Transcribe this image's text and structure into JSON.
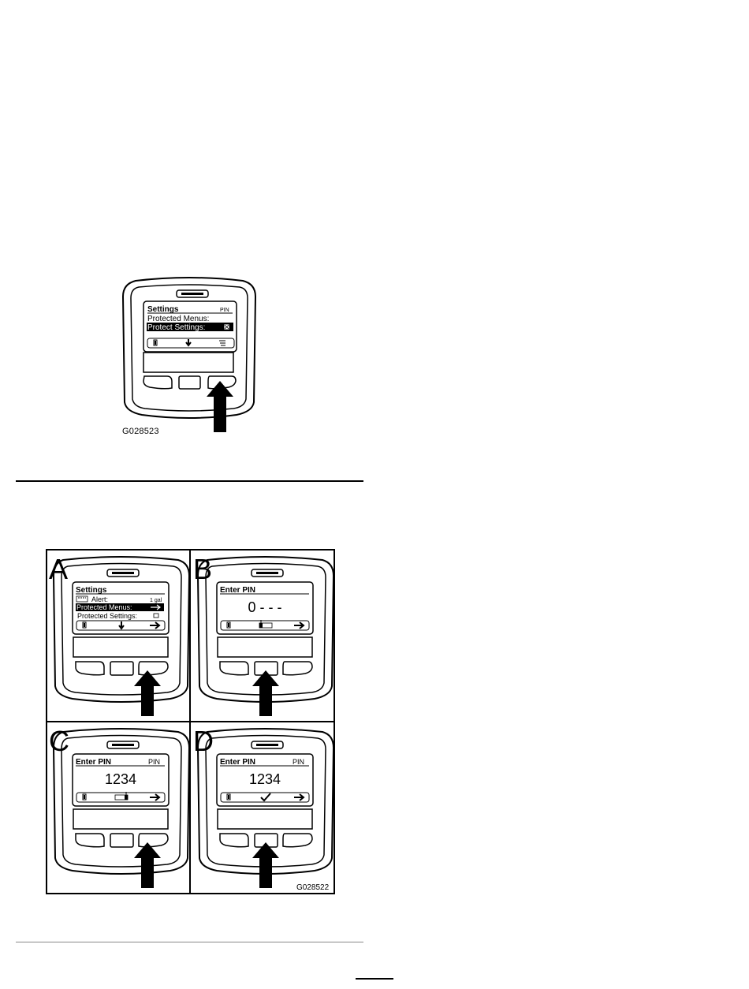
{
  "figure1": {
    "code": "G028523",
    "screen": {
      "title": "Settings",
      "title_badge": "PIN",
      "rows": [
        {
          "label": "Protected Menus:",
          "selected": false
        },
        {
          "label": "Protect Settings:",
          "selected": true
        }
      ]
    },
    "pressed_button": "right"
  },
  "figure2": {
    "code": "G028522",
    "panels": [
      {
        "letter": "A",
        "title": "Settings",
        "rows": [
          {
            "label": "Alert:",
            "value": "1 gal"
          },
          {
            "label": "Protected Menus:"
          },
          {
            "label": "Protected Settings:"
          }
        ],
        "pressed_button": "right"
      },
      {
        "letter": "B",
        "title": "Enter PIN",
        "pin": "0 - - -",
        "pressed_button": "middle"
      },
      {
        "letter": "C",
        "title": "Enter PIN",
        "title_badge": "PIN",
        "pin": "1234",
        "pressed_button": "right"
      },
      {
        "letter": "D",
        "title": "Enter PIN",
        "title_badge": "PIN",
        "pin": "1234",
        "pressed_button": "middle"
      }
    ]
  }
}
